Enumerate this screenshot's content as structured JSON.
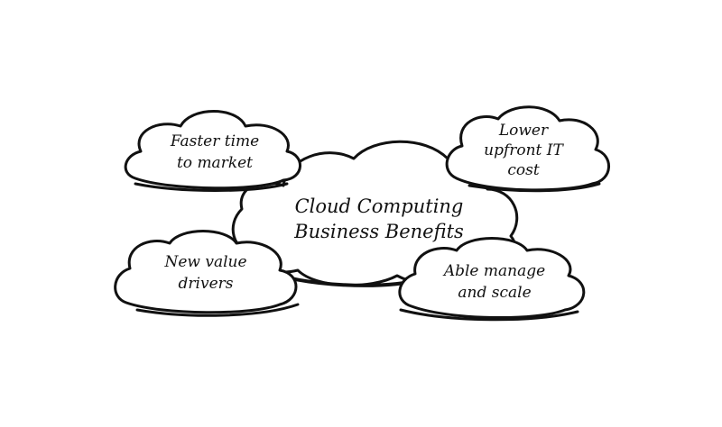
{
  "diagram": {
    "center": {
      "line1": "Cloud Computing",
      "line2": "Business Benefits"
    },
    "nodes": [
      {
        "id": "faster",
        "line1": "Faster time",
        "line2": "to market"
      },
      {
        "id": "lower",
        "line1": "Lower",
        "line2": "upfront IT",
        "line3": "cost"
      },
      {
        "id": "new-value",
        "line1": "New value",
        "line2": "drivers"
      },
      {
        "id": "able",
        "line1": "Able manage",
        "line2": "and scale"
      }
    ]
  },
  "colors": {
    "stroke": "#111111",
    "background": "#ffffff",
    "text": "#111111"
  }
}
